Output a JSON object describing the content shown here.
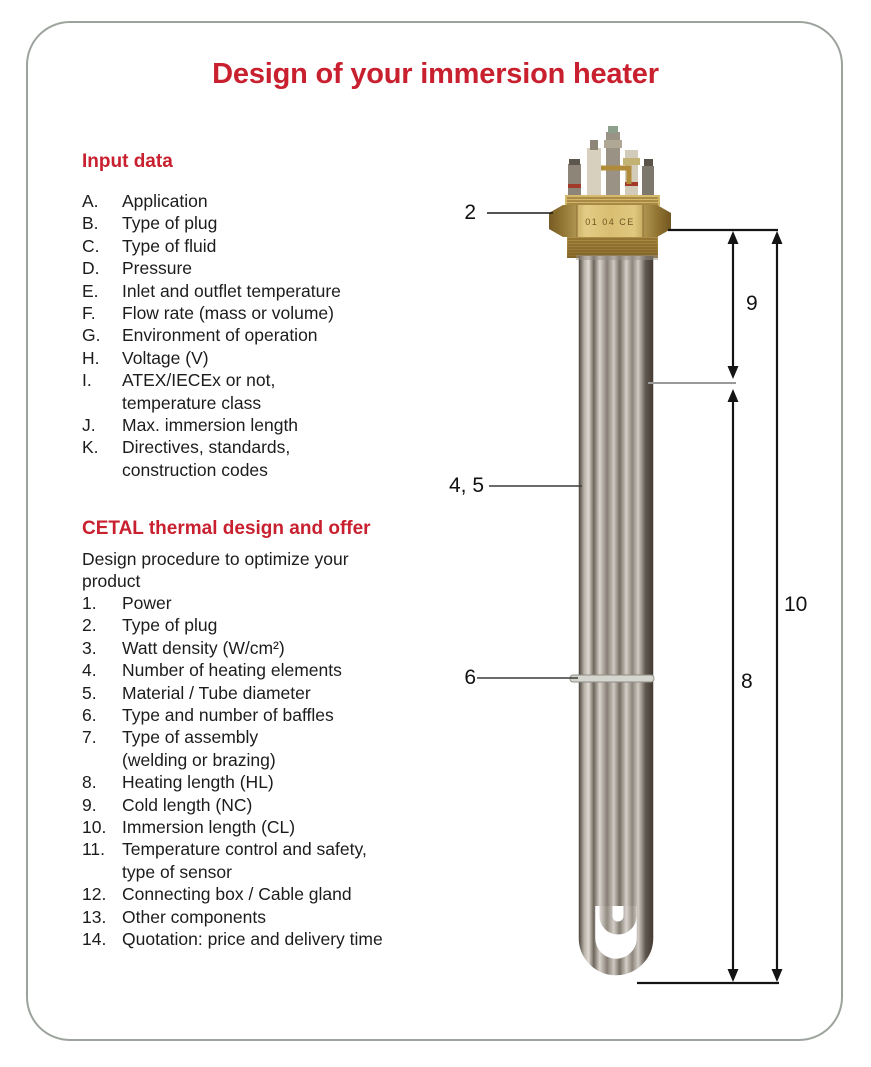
{
  "page": {
    "title": "Design of your immersion heater"
  },
  "input_data": {
    "heading": "Input data",
    "items": [
      {
        "key": "A.",
        "lines": [
          "Application"
        ]
      },
      {
        "key": "B.",
        "lines": [
          "Type of plug"
        ]
      },
      {
        "key": "C.",
        "lines": [
          "Type of fluid"
        ]
      },
      {
        "key": "D.",
        "lines": [
          "Pressure"
        ]
      },
      {
        "key": "E.",
        "lines": [
          "Inlet and outflet temperature"
        ]
      },
      {
        "key": "F.",
        "lines": [
          "Flow rate (mass or volume)"
        ]
      },
      {
        "key": "G.",
        "lines": [
          "Environment of operation"
        ]
      },
      {
        "key": "H.",
        "lines": [
          "Voltage (V)"
        ]
      },
      {
        "key": "I.",
        "lines": [
          "ATEX/IECEx or not,",
          "temperature class"
        ]
      },
      {
        "key": "J.",
        "lines": [
          "Max. immersion length"
        ]
      },
      {
        "key": "K.",
        "lines": [
          "Directives, standards,",
          "construction codes"
        ]
      }
    ]
  },
  "cetal": {
    "heading": "CETAL thermal design and offer",
    "intro_lines": [
      "Design procedure to optimize your",
      "product"
    ],
    "items": [
      {
        "key": "1.",
        "lines": [
          "Power"
        ]
      },
      {
        "key": "2.",
        "lines": [
          "Type of plug"
        ]
      },
      {
        "key": "3.",
        "lines": [
          "Watt density (W/cm²)"
        ]
      },
      {
        "key": "4.",
        "lines": [
          "Number of heating elements"
        ]
      },
      {
        "key": "5.",
        "lines": [
          "Material / Tube diameter"
        ]
      },
      {
        "key": "6.",
        "lines": [
          "Type and number of baffles"
        ]
      },
      {
        "key": "7.",
        "lines": [
          "Type of assembly",
          "(welding or brazing)"
        ]
      },
      {
        "key": "8.",
        "lines": [
          "Heating length (HL)"
        ]
      },
      {
        "key": "9.",
        "lines": [
          "Cold length (NC)"
        ]
      },
      {
        "key": "10.",
        "lines": [
          "Immersion length (CL)"
        ]
      },
      {
        "key": "11.",
        "lines": [
          "Temperature control and safety,",
          "type of sensor"
        ]
      },
      {
        "key": "12.",
        "lines": [
          "Connecting box / Cable gland"
        ]
      },
      {
        "key": "13.",
        "lines": [
          "Other components"
        ]
      },
      {
        "key": "14.",
        "lines": [
          "Quotation: price and delivery time"
        ]
      }
    ]
  },
  "diagram": {
    "labels": {
      "plug": "2",
      "elements": "4, 5",
      "baffle": "6",
      "heating_length": "8",
      "cold_length": "9",
      "immersion_length": "10"
    },
    "plug_marking": "01 04 CE"
  },
  "colors": {
    "accent": "#c9202f",
    "text": "#1c1c1c",
    "page_border": "#9ca39c",
    "dimension": "#141414",
    "brass": "#c2a14e",
    "steel": "#8d857b"
  }
}
